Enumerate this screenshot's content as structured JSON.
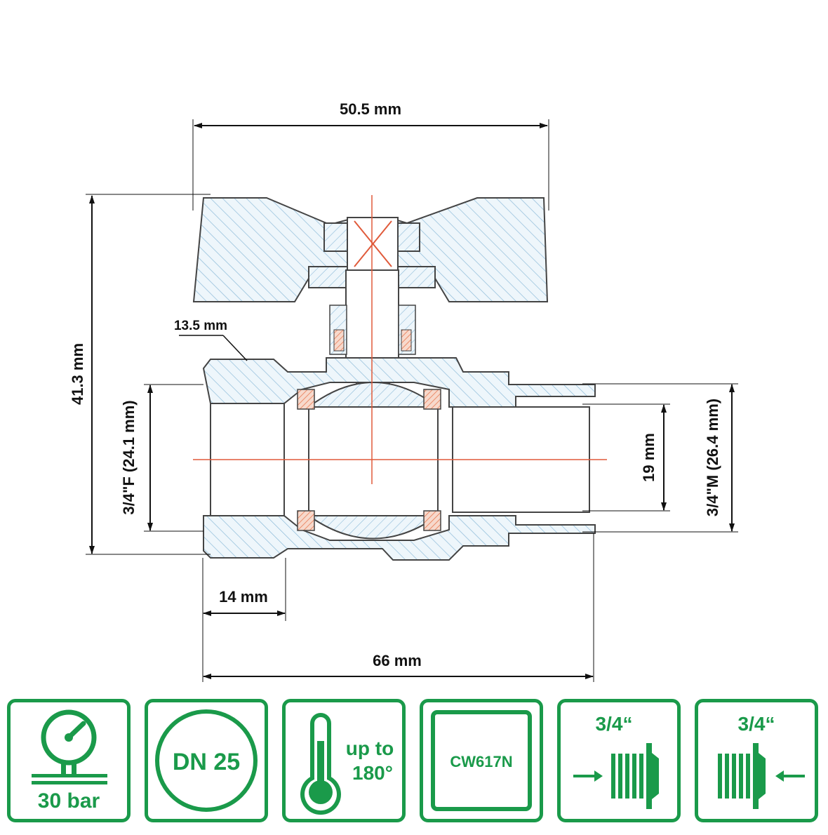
{
  "dimensions": {
    "handle_width": "50.5 mm",
    "total_height": "41.3 mm",
    "hex_flat": "13.5 mm",
    "female_thread": "3/4\"F (24.1 mm)",
    "male_thread": "3/4\"M (26.4 mm)",
    "bore": "19 mm",
    "female_thread_depth": "14 mm",
    "total_length": "66 mm"
  },
  "badges": [
    {
      "icon": "pressure-gauge-icon",
      "label": "30 bar"
    },
    {
      "icon": "circle-icon",
      "label": "DN 25"
    },
    {
      "icon": "thermometer-icon",
      "label_line1": "up to",
      "label_line2": "180°"
    },
    {
      "icon": "square-frame-icon",
      "label": "CW617N"
    },
    {
      "icon": "male-thread-icon",
      "label": "3/4“"
    },
    {
      "icon": "female-thread-icon",
      "label": "3/4“"
    }
  ],
  "colors": {
    "accent": "#1a9a4a",
    "hatch": "#7fb3d5",
    "seal": "#e8734a",
    "centerline": "#e05a3a"
  }
}
